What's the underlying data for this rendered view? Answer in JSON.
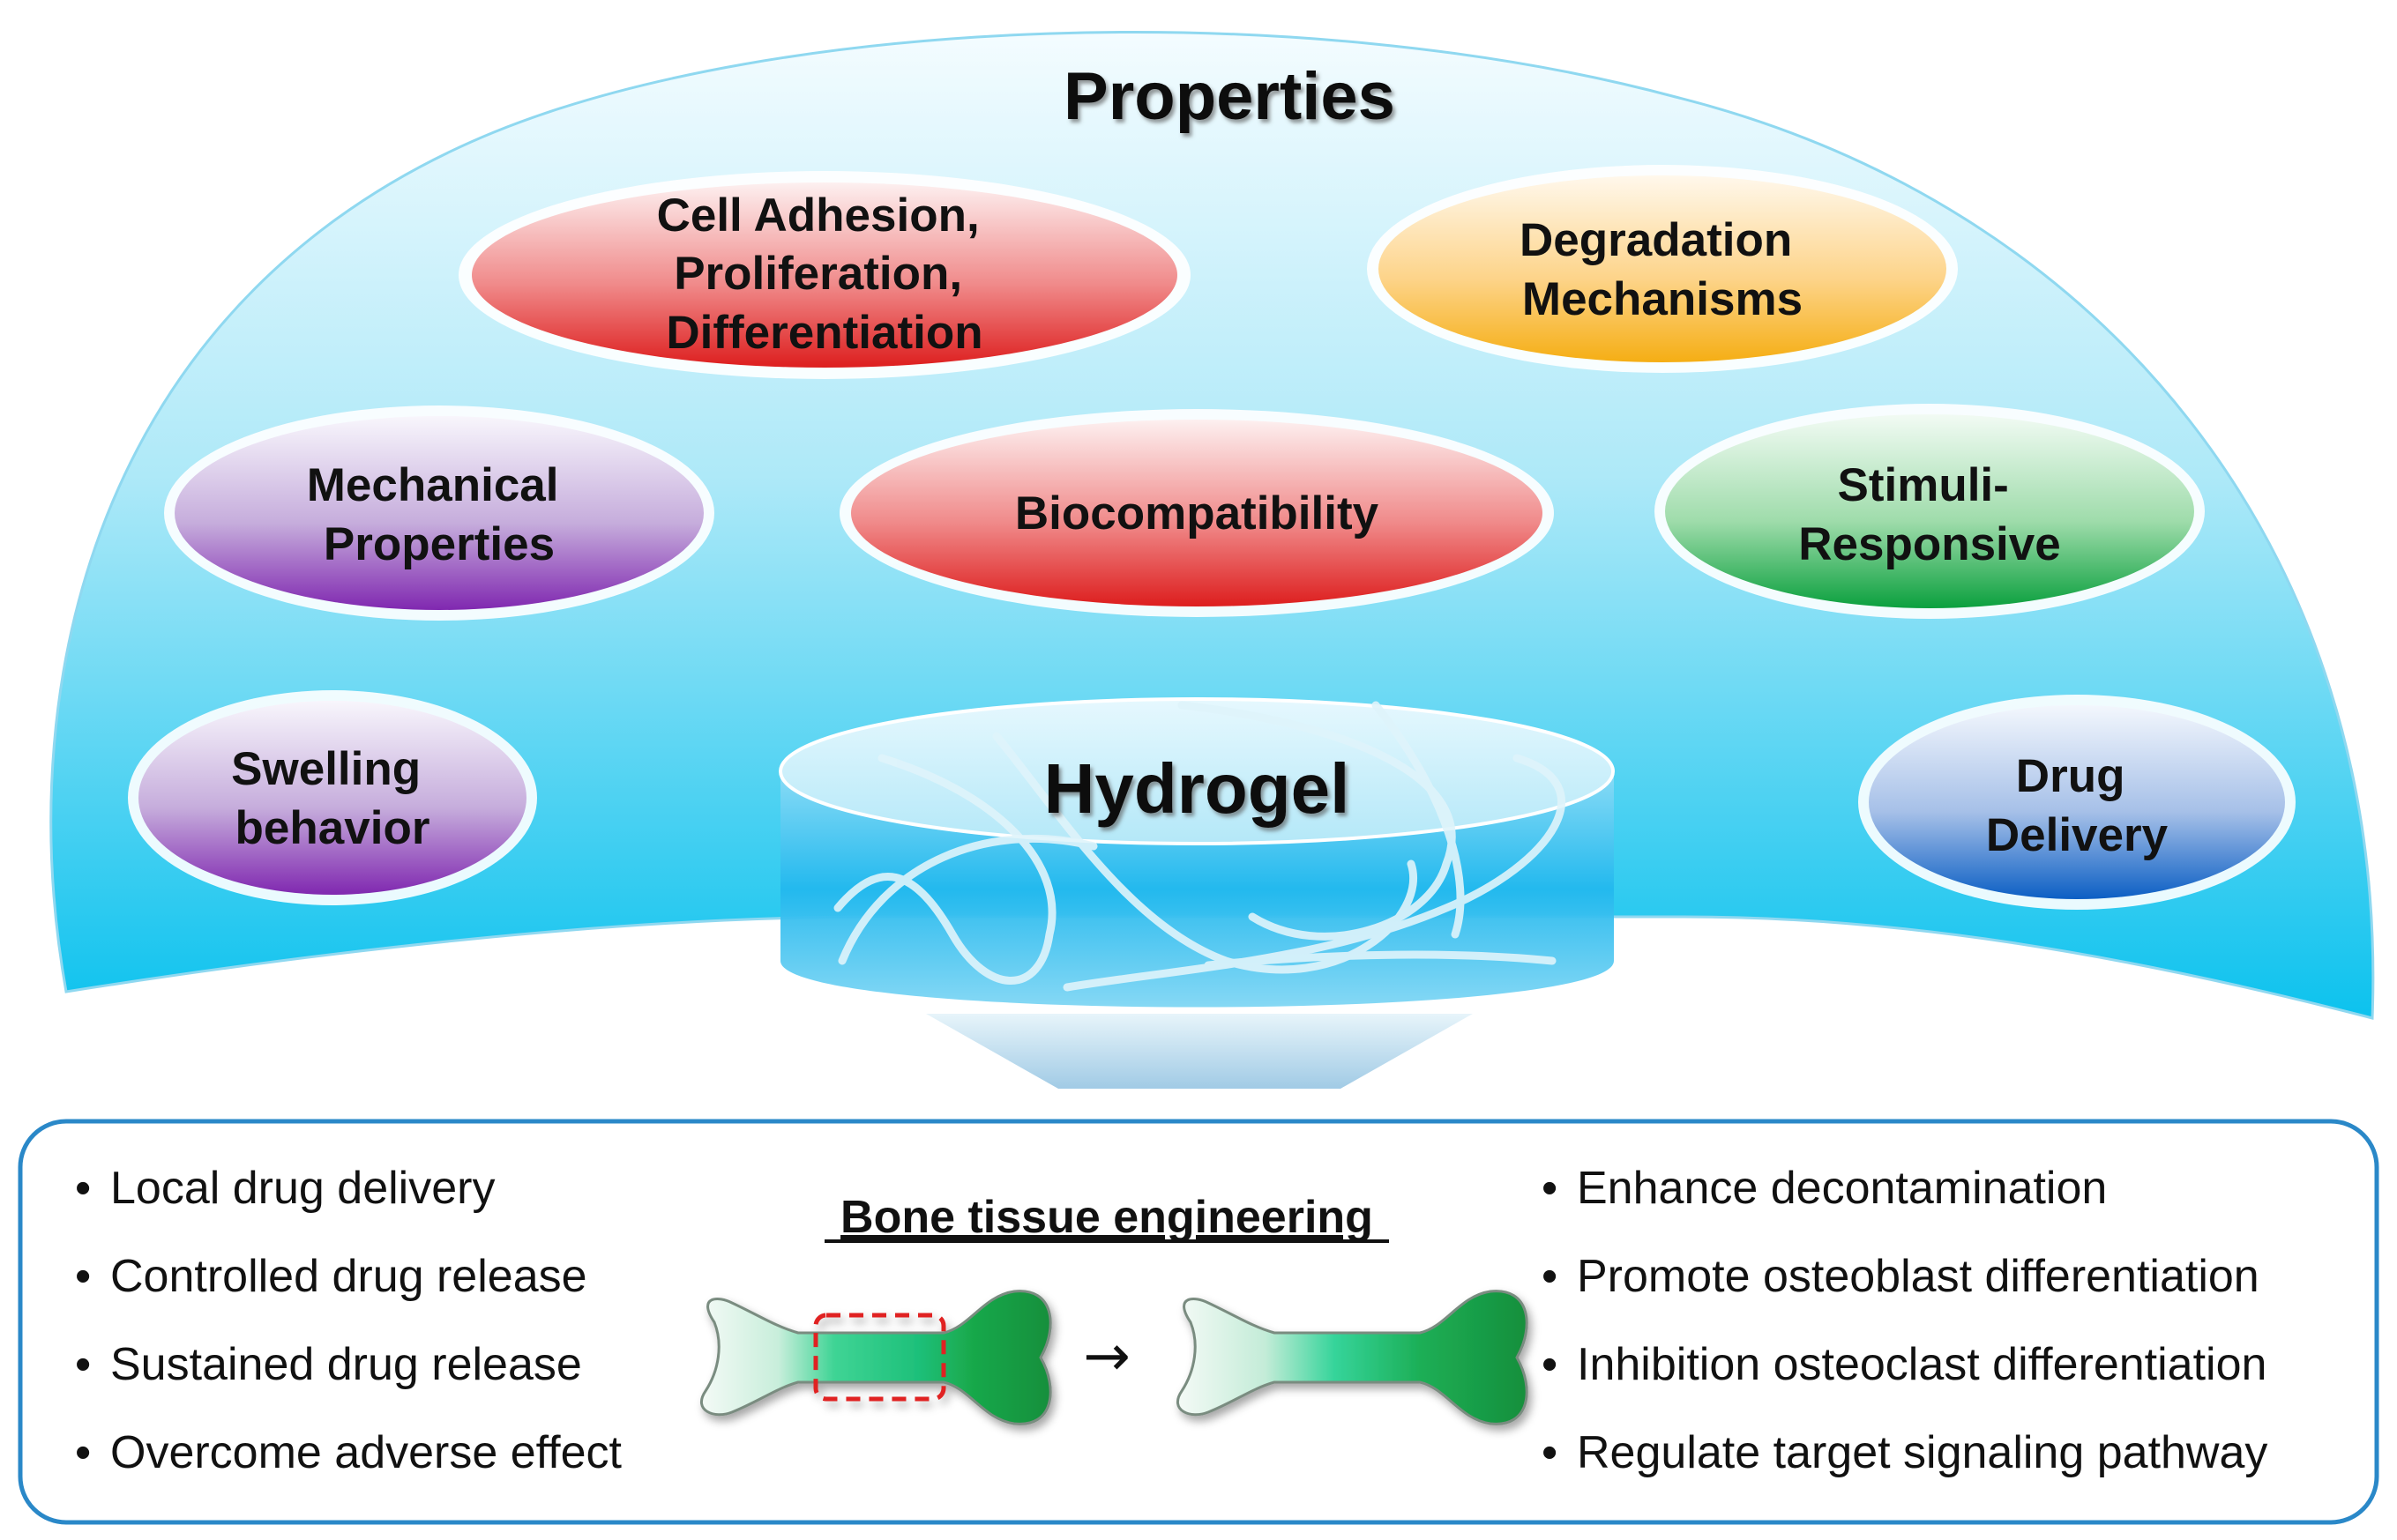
{
  "title": "Properties",
  "center_label": "Hydrogel",
  "properties": [
    {
      "id": "cell",
      "lines": [
        "Cell Adhesion,",
        "Proliferation,",
        "Differentiation"
      ],
      "color": "red"
    },
    {
      "id": "degradation",
      "lines": [
        "Degradation",
        "Mechanisms"
      ],
      "color": "orange"
    },
    {
      "id": "mechanical",
      "lines": [
        "Mechanical",
        "Properties"
      ],
      "color": "purple"
    },
    {
      "id": "biocompat",
      "lines": [
        "Biocompatibility"
      ],
      "color": "red"
    },
    {
      "id": "stimuli",
      "lines": [
        "Stimuli-",
        "Responsive"
      ],
      "color": "green"
    },
    {
      "id": "swelling",
      "lines": [
        "Swelling",
        "behavior"
      ],
      "color": "purple"
    },
    {
      "id": "drug",
      "lines": [
        "Drug",
        "Delivery"
      ],
      "color": "blue"
    }
  ],
  "bottom_panel": {
    "heading": "Bone tissue engineering",
    "bullet_char": "•",
    "left_bullets": [
      "Local drug delivery",
      "Controlled drug release",
      "Sustained drug release",
      "Overcome adverse effect"
    ],
    "right_bullets": [
      "Enhance decontamination",
      "Promote osteoblast differentiation",
      "Inhibition osteoclast differentiation",
      "Regulate target signaling pathway"
    ],
    "arrow_glyph": "→"
  },
  "colors": {
    "dome_top": "#eaf8fd",
    "dome_bottom": "#12c4f0",
    "panel_border": "#2a88c8",
    "bone_green": "#1aa84a",
    "bone_light": "#a8e8c8",
    "defect_box": "#e02020"
  }
}
